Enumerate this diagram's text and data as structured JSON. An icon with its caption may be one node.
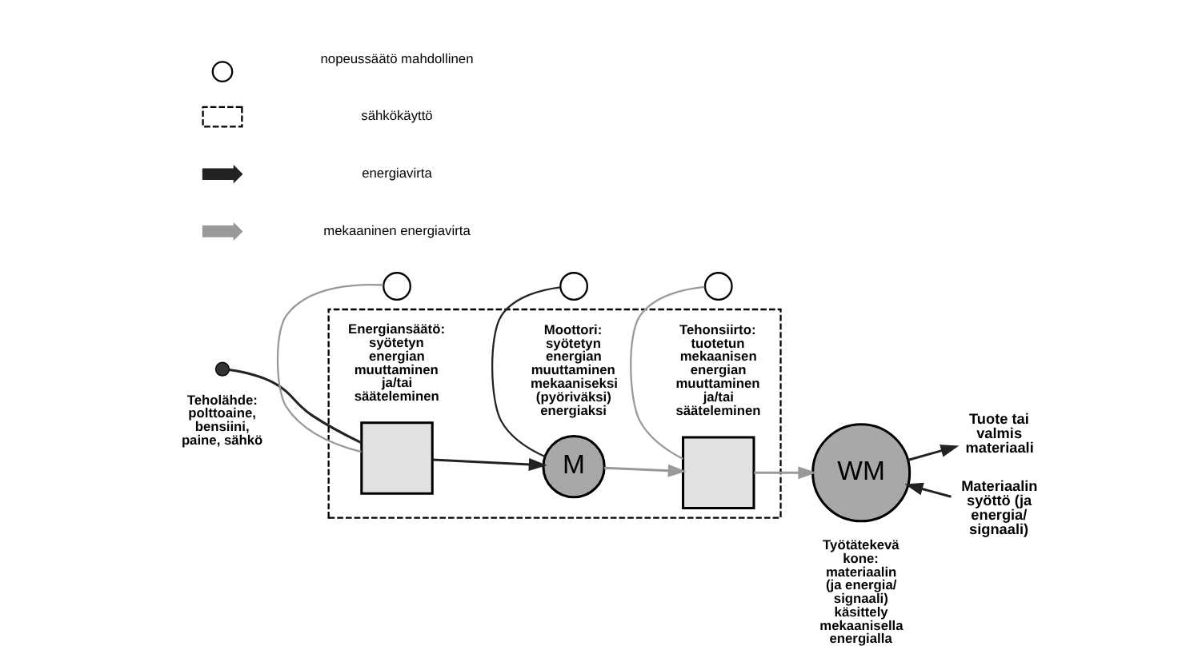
{
  "diagram": {
    "nodes": [
      {
        "text": [],
        "shape": "box"
      },
      {
        "text": [],
        "shape": "circle",
        "beside": [
          "Teholähde: polttoaine, bensiini, paine, sähkö"
        ]
      },
      {
        "text": [],
        "shape": "box",
        "in": 0,
        "beside": [
          "Energiansäätö: syötetyn energian muuttaminen ja/tai sääteleminen"
        ]
      },
      {
        "text": [
          "M"
        ],
        "in": 0,
        "beside": [
          "Moottori: syötetyn energian muuttaminen mekaaniseksi (pyöriväksi) energiaksi"
        ]
      },
      {
        "text": [],
        "shape": "box",
        "in": 0,
        "beside": [
          "Tehonsiirto: tuotetun mekaanisen energian muuttaminen ja/tai sääteleminen"
        ]
      },
      {
        "text": [
          "WM"
        ],
        "beside": [
          "Työtätekevä kone: materiaalin (ja energia/ signaali) käsittely mekaanisella energialla"
        ]
      },
      {
        "text": [],
        "shape": "circle"
      },
      {
        "text": [],
        "shape": "circle"
      },
      {
        "text": [],
        "shape": "circle"
      },
      {
        "text": [
          "Tuote tai valmis materiaali"
        ]
      },
      {
        "text": [
          "Materiaalin syöttö (ja energia/ signaali)"
        ]
      }
    ],
    "edges": [
      {
        "from": 1,
        "to": 2,
        "arrow": "none"
      },
      {
        "from": 2,
        "to": 3,
        "arrow": "to"
      },
      {
        "from": 3,
        "to": 4,
        "arrow": "to",
        "color": "#999999"
      },
      {
        "from": 4,
        "to": 5,
        "arrow": "to",
        "color": "#999999"
      },
      {
        "from": 5,
        "to": 9,
        "arrow": "to"
      },
      {
        "from": 10,
        "to": 5,
        "arrow": "to"
      },
      {
        "from": 6,
        "to": 2,
        "arrow": "none",
        "color": "#999999"
      },
      {
        "from": 7,
        "to": 3,
        "arrow": "none"
      },
      {
        "from": 8,
        "to": 4,
        "arrow": "none",
        "color": "#999999"
      }
    ],
    "legend": [
      {
        "text": "nopeussäätö mahdollinen"
      },
      {
        "text": "sähkökäyttö"
      },
      {
        "text": "energiavirta"
      },
      {
        "text": "mekaaninen energiavirta"
      }
    ]
  }
}
